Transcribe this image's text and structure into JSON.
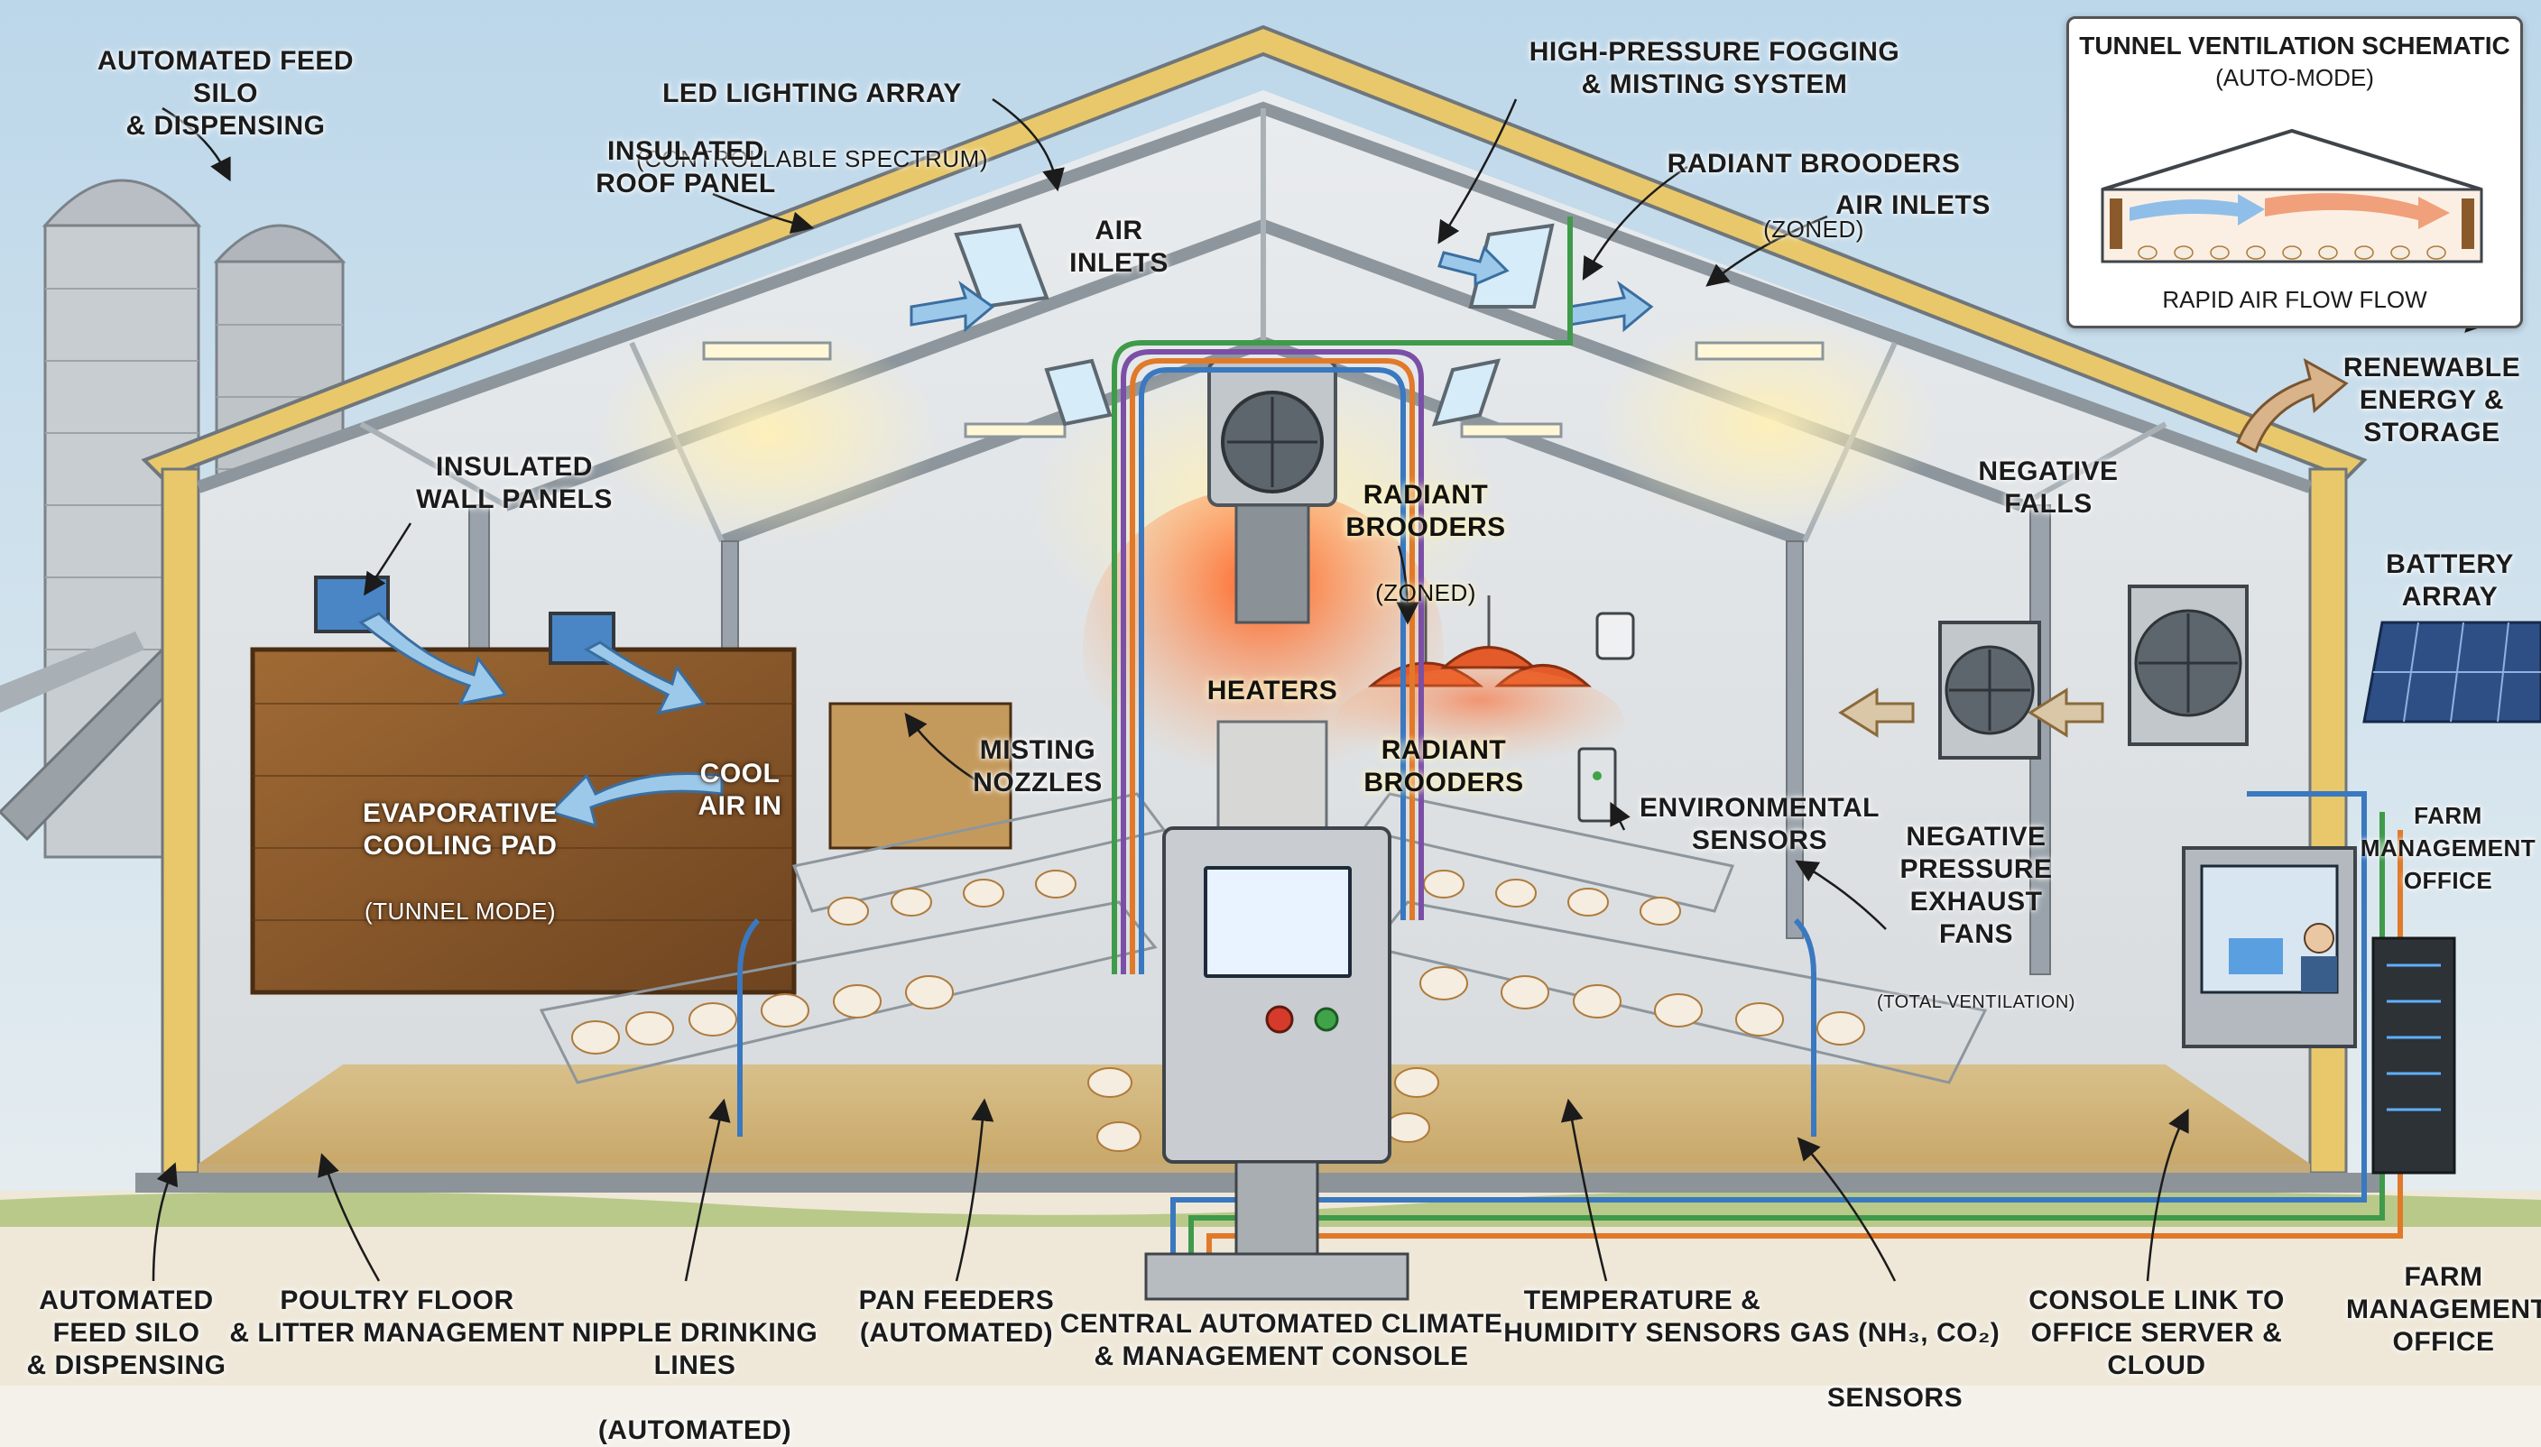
{
  "labels": {
    "silo_top": "AUTOMATED FEED SILO\n& DISPENSING",
    "led_title": "LED LIGHTING ARRAY",
    "led_sub": "(CONTROLLABLE SPECTRUM)",
    "roof": "INSULATED\nROOF PANEL",
    "fogging": "HIGH-PRESSURE FOGGING\n& MISTING SYSTEM",
    "radiant_top_title": "RADIANT BROODERS",
    "radiant_top_sub": "(ZONED)",
    "air_inlets_right": "AIR INLETS",
    "air_inlets_center": "AIR\nINLETS",
    "wall_panels": "INSULATED\nWALL PANELS",
    "radiant_mid_title": "RADIANT\nBROODERS",
    "radiant_mid_sub": "(ZONED)",
    "negative_falls": "NEGATIVE\nFALLS",
    "renewable": "RENEWABLE\nENERGY &\nSTORAGE",
    "battery": "BATTERY\nARRAY",
    "pad_title": "EVAPORATIVE\nCOOLING PAD",
    "pad_sub": "(TUNNEL MODE)",
    "cool_air": "COOL\nAIR IN",
    "misting": "MISTING\nNOZZLES",
    "heaters": "HEATERS",
    "radiant_low": "RADIANT\nBROODERS",
    "env_sensors": "ENVIRONMENTAL\nSENSORS",
    "exhaust_title": "NEGATIVE\nPRESSURE\nEXHAUST\nFANS",
    "exhaust_sub": "(TOTAL VENTILATION)",
    "farm_office_right": "FARM\nMANAGEMENT\nOFFICE"
  },
  "inset": {
    "title": "TUNNEL VENTILATION SCHEMATIC",
    "subtitle": "(AUTO-MODE)",
    "caption": "RAPID AIR FLOW FLOW"
  },
  "bottom_labels": {
    "silo": "AUTOMATED\nFEED SILO\n& DISPENSING",
    "floor": "POULTRY FLOOR\n& LITTER MANAGEMENT",
    "nipple_title": "NIPPLE DRINKING\nLINES",
    "nipple_sub": "(AUTOMATED)",
    "pan": "PAN FEEDERS\n(AUTOMATED)",
    "console": "CENTRAL AUTOMATED CLIMATE\n& MANAGEMENT CONSOLE",
    "temp": "TEMPERATURE &\nHUMIDITY SENSORS",
    "gas_title": "GAS (NH₃, CO₂)",
    "gas_sub": "SENSORS",
    "link": "CONSOLE LINK TO\nOFFICE SERVER & CLOUD",
    "office": "FARM\nMANAGEMENT\nOFFICE"
  },
  "colors": {
    "sky": "#cfe3ef",
    "roof_insulation": "#e8c86a",
    "steel": "#9aa3ab",
    "pad": "#8a5a2b",
    "warm_light": "#ffd27a",
    "heater_glow": "#ff7a2a",
    "pipe_blue": "#3a78c0",
    "pipe_green": "#3f9a4a",
    "pipe_orange": "#e07a2a",
    "pipe_purple": "#7b4fa6",
    "console": "#c9ccd0",
    "solar": "#2d4f86"
  },
  "icons": {
    "arrows": "air-flow-arrow",
    "chickens": "chicken-icon",
    "fans": "exhaust-fan-icon"
  }
}
